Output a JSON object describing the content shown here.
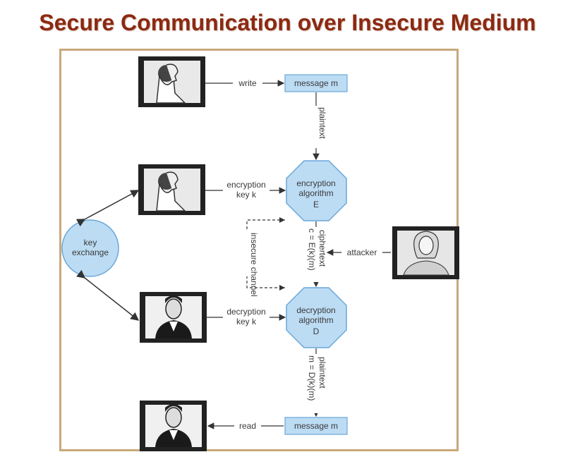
{
  "slide": {
    "title": "Secure Communication over Insecure Medium"
  },
  "diagram": {
    "labels": {
      "write": "write",
      "message_top": "message m",
      "plaintext_top": "plaintext",
      "encryption_key_line1": "encryption",
      "encryption_key_line2": "key k",
      "encryption_alg_line1": "encryption",
      "encryption_alg_line2": "algorithm",
      "encryption_alg_line3": "E",
      "key_exchange_line1": "key",
      "key_exchange_line2": "exchange",
      "insecure_channel": "insecure channel",
      "ciphertext_line1": "ciphertext",
      "ciphertext_line2": "c = E(k)(m)",
      "attacker": "attacker",
      "decryption_key_line1": "decryption",
      "decryption_key_line2": "key k",
      "decryption_alg_line1": "decryption",
      "decryption_alg_line2": "algorithm",
      "decryption_alg_line3": "D",
      "plaintext_bottom_line1": "plaintext",
      "plaintext_bottom_line2": "m = D(k)(m)",
      "read": "read",
      "message_bottom": "message m"
    },
    "colors": {
      "node_fill": "#bcdcf4",
      "node_stroke": "#6aa7d8",
      "title": "#8b2a12",
      "frame_border": "#c8a97a"
    },
    "people": [
      {
        "role": "sender-writer",
        "icon": "person-profile-icon"
      },
      {
        "role": "sender-encryptor",
        "icon": "person-profile-icon"
      },
      {
        "role": "receiver-decryptor",
        "icon": "person-suit-icon"
      },
      {
        "role": "receiver-reader",
        "icon": "person-suit-icon"
      },
      {
        "role": "attacker",
        "icon": "person-woman-icon"
      }
    ]
  }
}
